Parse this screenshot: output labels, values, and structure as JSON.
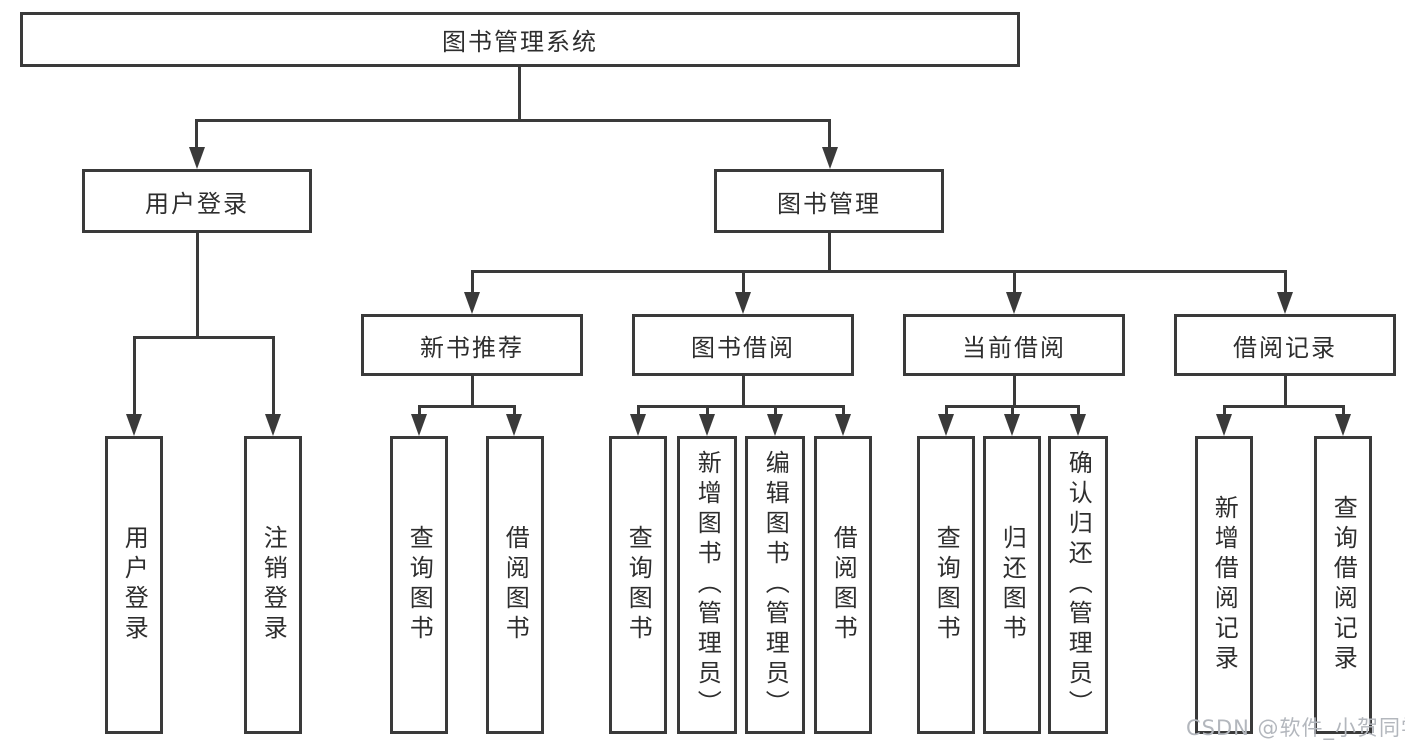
{
  "root_label": "图书管理系统",
  "branches": {
    "user_login": {
      "label": "用户登录",
      "children": [
        "用户登录",
        "注销登录"
      ]
    },
    "book_management": {
      "label": "图书管理"
    }
  },
  "modules": [
    {
      "label": "新书推荐",
      "children": [
        "查询图书",
        "借阅图书"
      ]
    },
    {
      "label": "图书借阅",
      "children": [
        "查询图书",
        "新增图书（管理员）",
        "编辑图书（管理员）",
        "借阅图书"
      ]
    },
    {
      "label": "当前借阅",
      "children": [
        "查询图书",
        "归还图书",
        "确认归还（管理员）"
      ]
    },
    {
      "label": "借阅记录",
      "children": [
        "新增借阅记录",
        "查询借阅记录"
      ]
    }
  ],
  "watermark": "CSDN @软件_小贺同学",
  "colors": {
    "line": "#3a3a3a",
    "text": "#2e2e2e",
    "watermark": "#b3b7bd",
    "background": "#ffffff"
  }
}
